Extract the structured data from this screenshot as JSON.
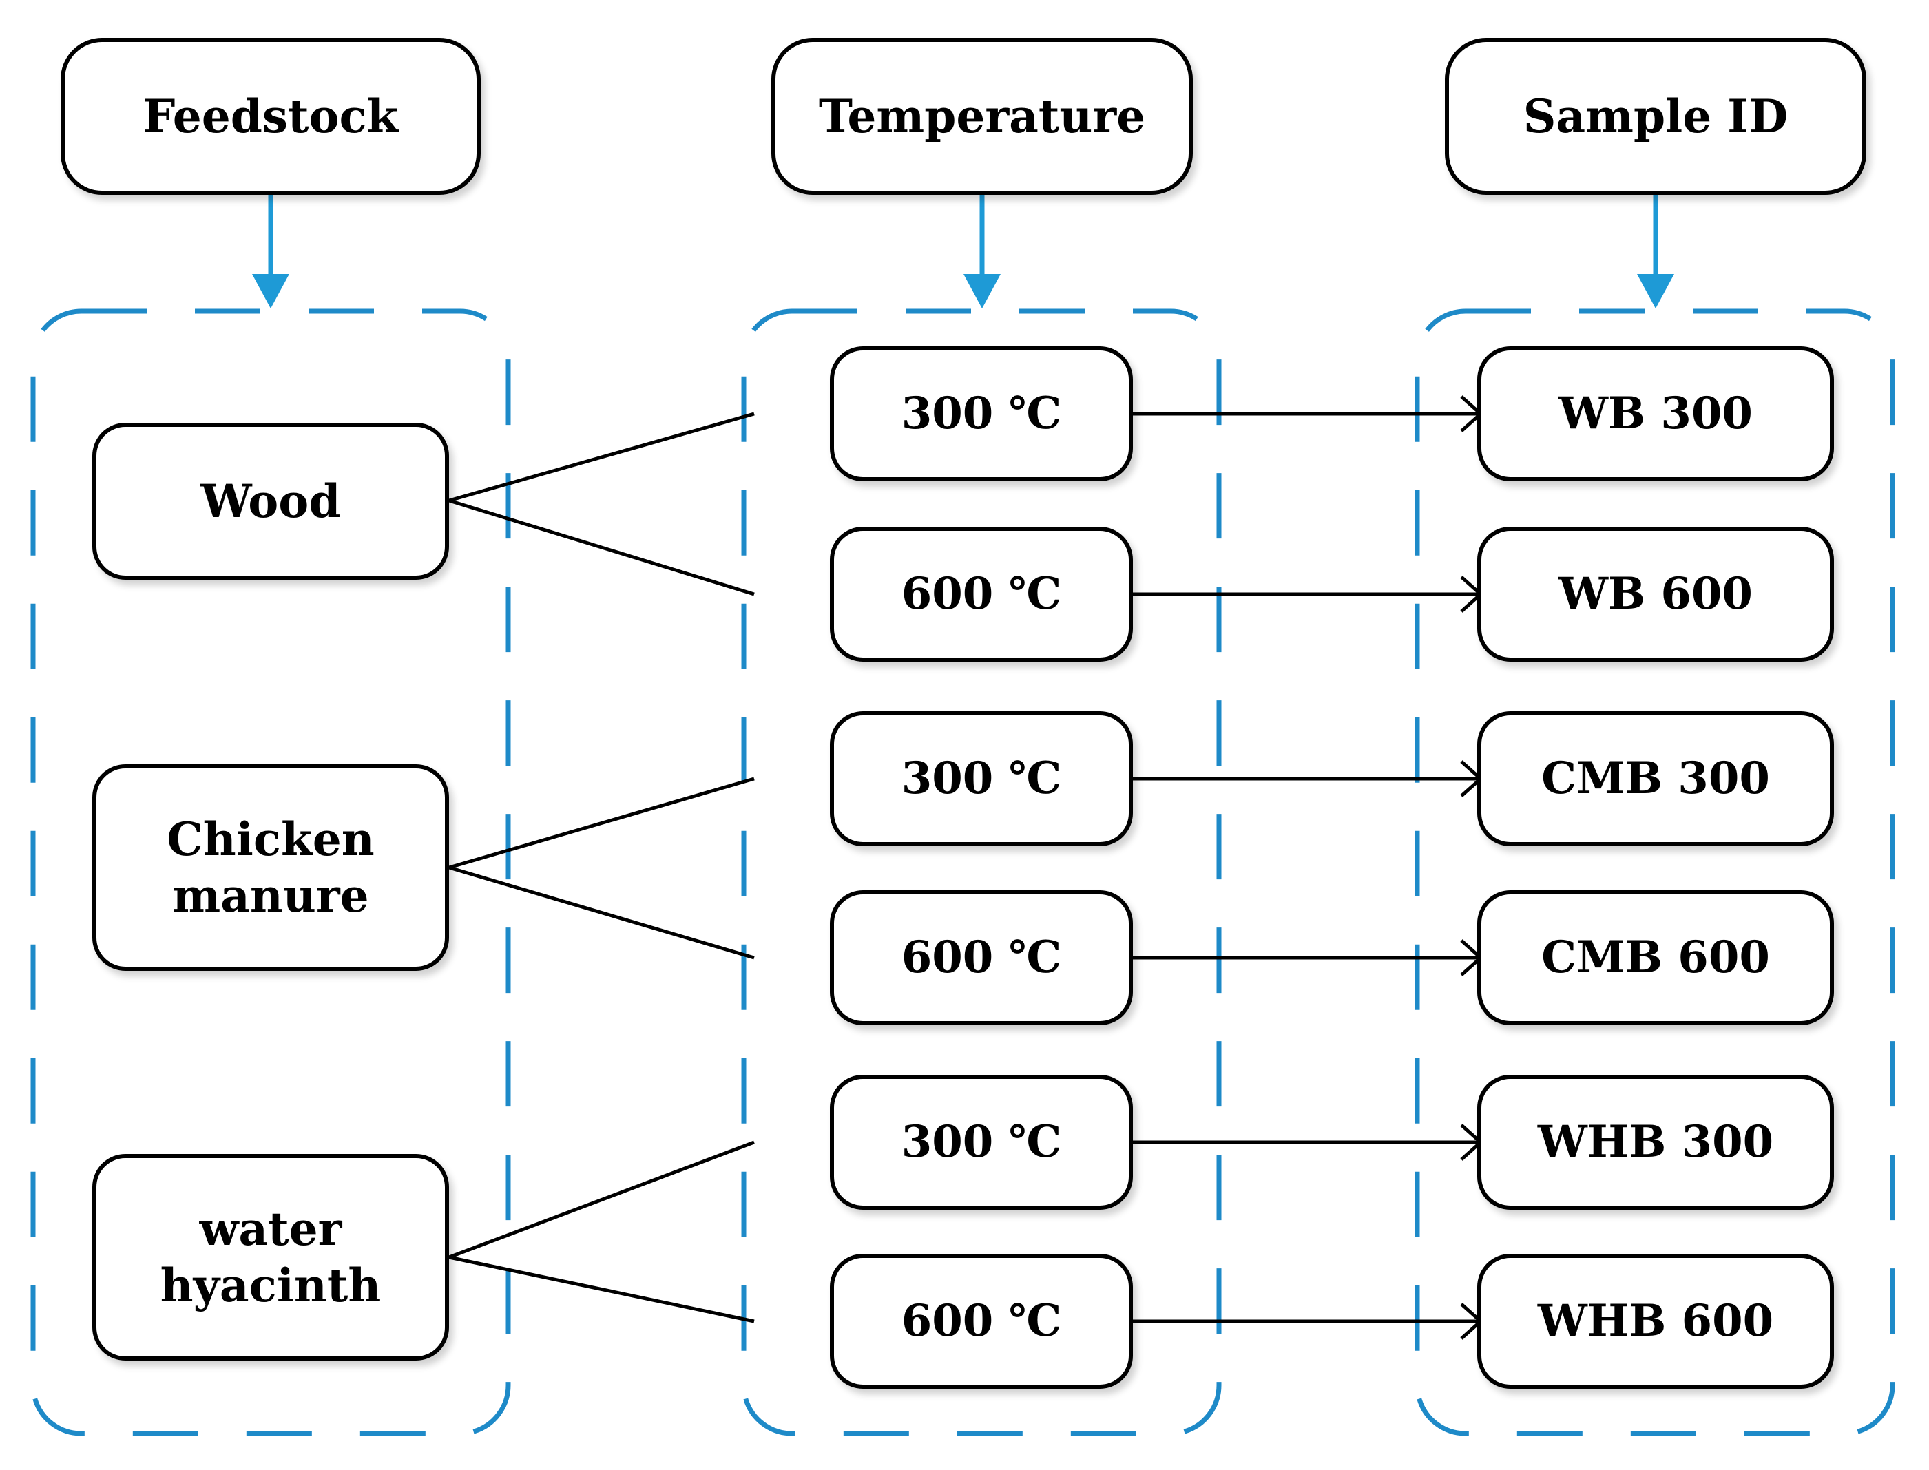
{
  "headers": {
    "feedstock": "Feedstock",
    "temperature": "Temperature",
    "sample_id": "Sample ID"
  },
  "feedstocks": [
    "Wood",
    "Chicken\nmanure",
    "water\nhyacinth"
  ],
  "temperatures": [
    "300 ℃",
    "600 ℃",
    "300 ℃",
    "600 ℃",
    "300 ℃",
    "600 ℃"
  ],
  "sample_ids": [
    "WB 300",
    "WB 600",
    "CMB 300",
    "CMB 600",
    "WHB 300",
    "WHB 600"
  ],
  "colors": {
    "dashed_group_border": "#1e8ac8",
    "header_arrow": "#1e9ad6",
    "node_border": "#000000",
    "connector": "#000000"
  }
}
